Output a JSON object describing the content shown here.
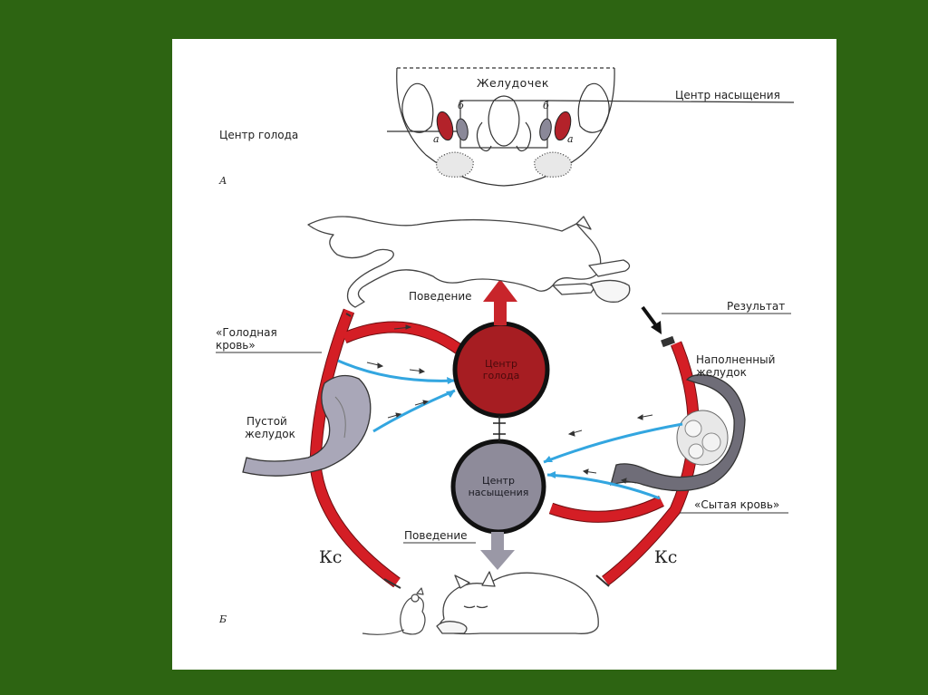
{
  "labels": {
    "ventricle": "Желудочек",
    "satiety_center_top": "Центр насыщения",
    "hunger_center_top": "Центр голода",
    "panel_a": "А",
    "panel_b": "Б",
    "small_a_left": "а",
    "small_b_left": "б",
    "small_b_right": "б",
    "small_a_right": "а",
    "behavior_top": "Поведение",
    "result": "Результат",
    "hungry_blood_1": "«Голодная",
    "hungry_blood_2": "кровь»",
    "full_stomach_1": "Наполненный",
    "full_stomach_2": "желудок",
    "empty_stomach_1": "Пустой",
    "empty_stomach_2": "желудок",
    "hunger_center_1": "Центр",
    "hunger_center_2": "голода",
    "satiety_center_1": "Центр",
    "satiety_center_2": "насыщения",
    "fed_blood": "«Сытая кровь»",
    "behavior_bottom": "Поведение",
    "ks_left": "Кс",
    "ks_right": "Кс"
  },
  "colors": {
    "background": "#2d6412",
    "vessel_red": "#d41e25",
    "hunger_center_fill": "#a61d22",
    "satiety_center_fill": "#8e8b9a",
    "nerve_blue": "#33a6e0",
    "arrow_up": "#c8252b",
    "arrow_down": "#9a98a6"
  }
}
